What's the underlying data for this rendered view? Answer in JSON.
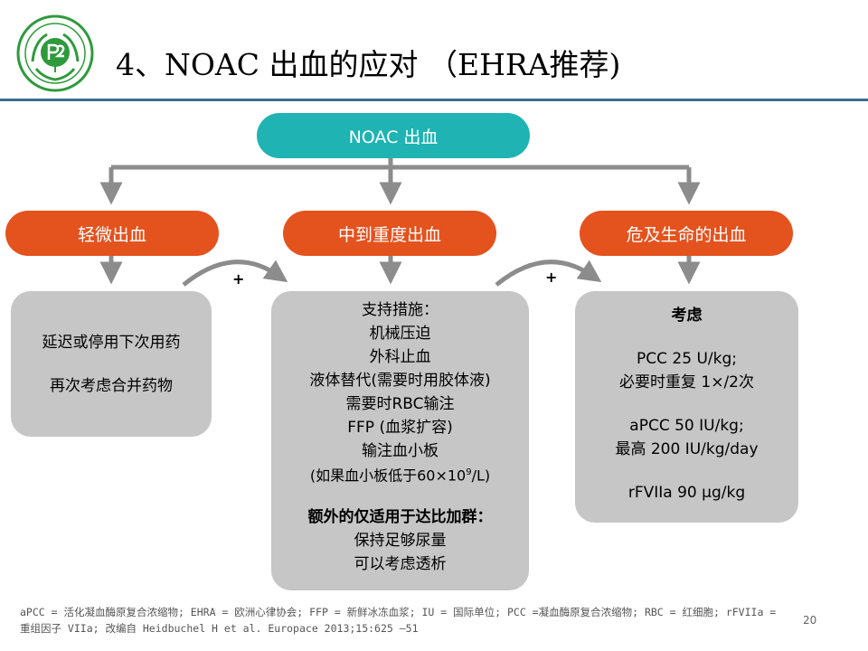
{
  "header": {
    "title": "4、NOAC 出血的应对 （EHRA推荐)"
  },
  "colors": {
    "root": "#1fb3b3",
    "category": "#e4521e",
    "box": "#c6c6c6",
    "connector": "#8c8c8c",
    "rule": "#3d6d8e"
  },
  "flow": {
    "root": "NOAC 出血",
    "categories": [
      "轻微出血",
      "中到重度出血",
      "危及生命的出血"
    ],
    "plus": "+",
    "mild": {
      "lines": [
        "延迟或停用下次用药",
        "再次考虑合并药物"
      ]
    },
    "moderate": {
      "heading": "支持措施：",
      "lines": [
        "机械压迫",
        "外科止血",
        "液体替代(需要时用胶体液)",
        "需要时RBC输注",
        "FFP (血浆扩容)",
        "输注血小板"
      ],
      "platelet_note_prefix": "(如果血小板低于60×10",
      "platelet_note_exp": "9",
      "platelet_note_suffix": "/L)",
      "extra_heading": "额外的仅适用于达比加群：",
      "extra_lines": [
        "保持足够尿量",
        "可以考虑透析"
      ]
    },
    "severe": {
      "heading": "考虑",
      "pcc_line1": "PCC 25 U/kg;",
      "pcc_line2": "必要时重复 1×/2次",
      "apcc_line1": "aPCC 50 IU/kg;",
      "apcc_line2": "最高 200 IU/kg/day",
      "rfviia": "rFVIIa 90 μg/kg"
    }
  },
  "footnote": "aPCC = 活化凝血酶原复合浓缩物; EHRA = 欧洲心律协会; FFP = 新鲜冰冻血浆; IU = 国际单位; PCC =凝血酶原复合浓缩物; RBC = 红细胞; rFVIIa = 重组因子 VIIa; 改编自 Heidbuchel H et al. Europace 2013;15:625 –51",
  "page_number": "20"
}
